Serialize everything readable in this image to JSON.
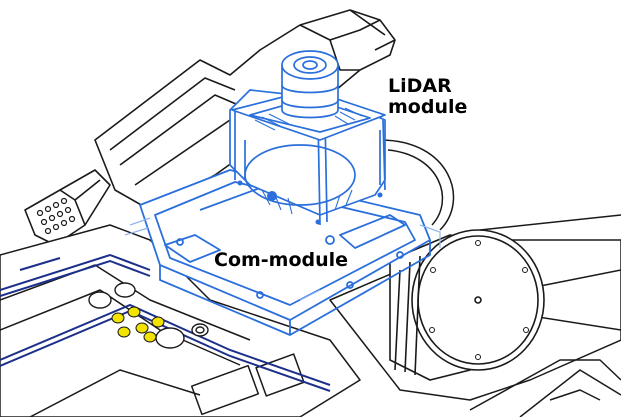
{
  "labels": {
    "lidar_line1": "LiDAR",
    "lidar_line2": "module",
    "com": "Com-module"
  },
  "colors": {
    "outline": "#1a1a1a",
    "highlight_blue": "#2a6fdb",
    "highlight_blue_light": "#8fb6f0",
    "accent_yellow": "#f2e400",
    "rail_blue": "#1c2f8a"
  },
  "icons": [
    "lidar-module-part",
    "com-module-part",
    "robot-arm-part",
    "motor-part",
    "yellow-bolt-icon"
  ]
}
